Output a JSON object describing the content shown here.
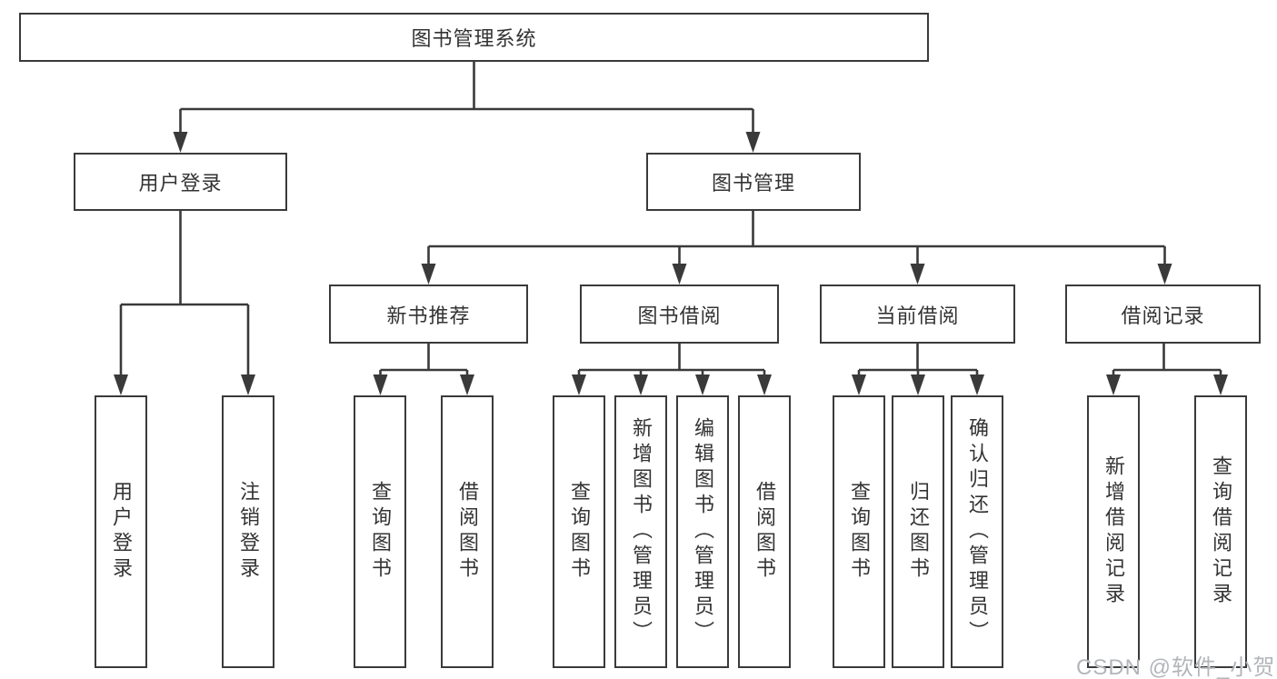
{
  "diagram": {
    "root": {
      "label": "图书管理系统"
    },
    "branches": [
      {
        "label": "用户登录",
        "children": [
          {
            "label": "用户登录"
          },
          {
            "label": "注销登录"
          }
        ]
      },
      {
        "label": "图书管理",
        "children": [
          {
            "label": "新书推荐",
            "children": [
              {
                "label": "查询图书"
              },
              {
                "label": "借阅图书"
              }
            ]
          },
          {
            "label": "图书借阅",
            "children": [
              {
                "label": "查询图书"
              },
              {
                "label": "新增图书（管理员）"
              },
              {
                "label": "编辑图书（管理员）"
              },
              {
                "label": "借阅图书"
              }
            ]
          },
          {
            "label": "当前借阅",
            "children": [
              {
                "label": "查询图书"
              },
              {
                "label": "归还图书"
              },
              {
                "label": "确认归还（管理员）"
              }
            ]
          },
          {
            "label": "借阅记录",
            "children": [
              {
                "label": "新增借阅记录"
              },
              {
                "label": "查询借阅记录"
              }
            ]
          }
        ]
      }
    ]
  },
  "watermark": {
    "text": "CSDN @软件_小贺同学"
  },
  "colors": {
    "line": "#3a3a3a",
    "box_border": "#3a3a3a",
    "text": "#333333",
    "watermark_text": "#b2b5ba",
    "background": "#ffffff"
  }
}
